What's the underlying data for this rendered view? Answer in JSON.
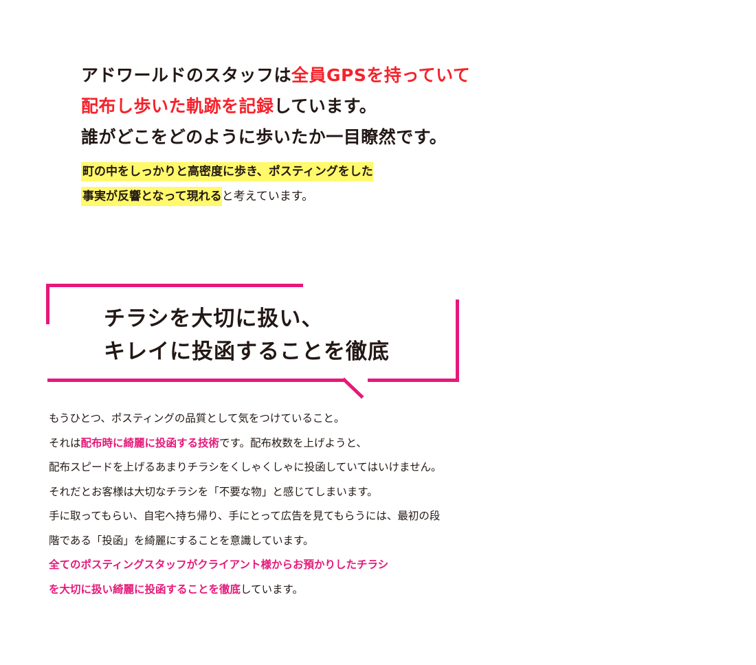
{
  "colors": {
    "text": "#231815",
    "red_emphasis": "#f5222b",
    "pink_accent": "#e6197a",
    "highlight_yellow": "#fff96b",
    "background": "#ffffff"
  },
  "intro": {
    "lead_lines": [
      {
        "plain": "アドワールドのスタッフは",
        "emphasis": "全員GPSを持っていて",
        "after": ""
      },
      {
        "plain": "",
        "emphasis": "配布し歩いた軌跡を記録",
        "after": "しています。"
      },
      {
        "plain": "誰がどこをどのように歩いたか一目瞭然です。",
        "emphasis": "",
        "after": ""
      }
    ],
    "sub_lines": [
      {
        "highlight": "町の中をしっかりと高密度に歩き、ポスティングをした",
        "after": ""
      },
      {
        "highlight": "事実が反響となって現れる",
        "after": "と考えています。"
      }
    ]
  },
  "section": {
    "heading_lines": [
      "チラシを大切に扱い、",
      "キレイに投函することを徹底"
    ],
    "frame_icon": "speech-bubble-frame"
  },
  "body": {
    "lines": [
      {
        "before": "もうひとつ、ポスティングの品質として気をつけていること。",
        "accent": "",
        "after": ""
      },
      {
        "before": "それは",
        "accent": "配布時に綺麗に投函する技術",
        "after": "です。配布枚数を上げようと、"
      },
      {
        "before": "配布スピードを上げるあまりチラシをくしゃくしゃに投函していてはいけません。",
        "accent": "",
        "after": ""
      },
      {
        "before": "それだとお客様は大切なチラシを「不要な物」と感じてしまいます。",
        "accent": "",
        "after": ""
      },
      {
        "before": "手に取ってもらい、自宅へ持ち帰り、手にとって広告を見てもらうには、最初の段",
        "accent": "",
        "after": ""
      },
      {
        "before": "階である「投函」を綺麗にすることを意識しています。",
        "accent": "",
        "after": ""
      },
      {
        "before": "",
        "accent": "全てのポスティングスタッフがクライアント様からお預かりしたチラシ",
        "after": ""
      },
      {
        "before": "",
        "accent": "を大切に扱い綺麗に投函することを徹底",
        "after": "しています。"
      }
    ]
  }
}
